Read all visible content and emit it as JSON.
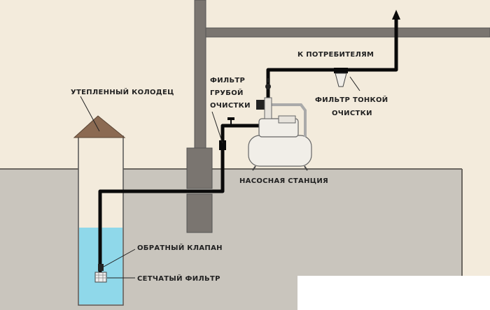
{
  "diagram": {
    "labels": {
      "insulated_well": "УТЕПЛЕННЫЙ КОЛОДЕЦ",
      "coarse_filter_line1": "ФИЛЬТР",
      "coarse_filter_line2": "ГРУБОЙ",
      "coarse_filter_line3": "ОЧИСТКИ",
      "to_consumers": "К ПОТРЕБИТЕЛЯМ",
      "fine_filter_line1": "ФИЛЬТР ТОНКОЙ",
      "fine_filter_line2": "ОЧИСТКИ",
      "pump_station": "НАСОСНАЯ СТАНЦИЯ",
      "check_valve": "ОБРАТНЫЙ КЛАПАН",
      "mesh_filter": "СЕТЧАТЫЙ ФИЛЬТР"
    },
    "colors": {
      "background": "#f3ebdc",
      "ground": "#c9c5bd",
      "wall": "#7a7570",
      "pipe": "#0a0a0a",
      "water": "#8fd8ea",
      "roof": "#8b6a52",
      "pump": "#f1eee8"
    }
  }
}
